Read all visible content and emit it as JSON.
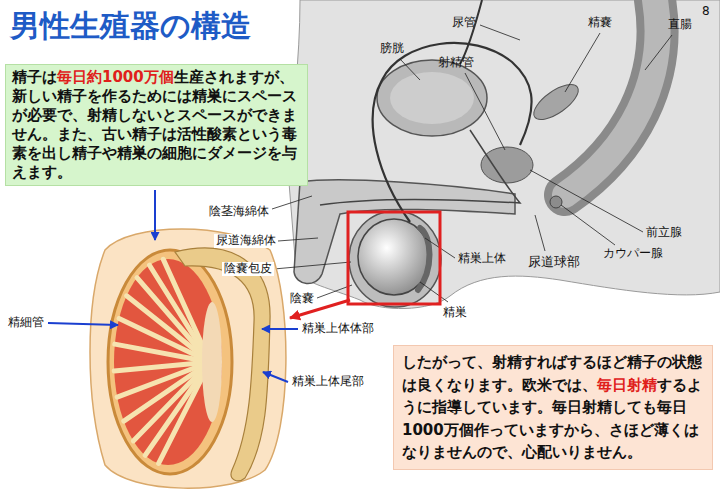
{
  "diagram": {
    "title": "男性生殖器の構造",
    "nodes": [
      {
        "text": [
          "精子は",
          "毎日約1000万個",
          "生産されますが、新しい精子を作るためには精巣にスペースが必要で、射精しないとスペースができません。また、古い精子は活性酸素という毒素を出し精子や精巣の細胞にダメージを与えます。"
        ]
      },
      {
        "text": [
          "したがって、射精すればするほど精子の状態は良くなります。欧米では、",
          "毎日射精",
          "するように指導しています。毎日射精しても毎日1000万個作っていますから、さほど薄くはなりませんので、心配いりません。"
        ]
      }
    ],
    "labels": [
      "8",
      "尿管",
      "精嚢",
      "直腸",
      "膀胱",
      "射精管",
      "陰茎海綿体",
      "尿道海綿体",
      "陰嚢包皮",
      "陰嚢",
      "精巣上体",
      "尿道球部",
      "カウパー腺",
      "前立腺",
      "精巣",
      "精細管",
      "精巣上体体部",
      "精巣上体尾部"
    ]
  }
}
